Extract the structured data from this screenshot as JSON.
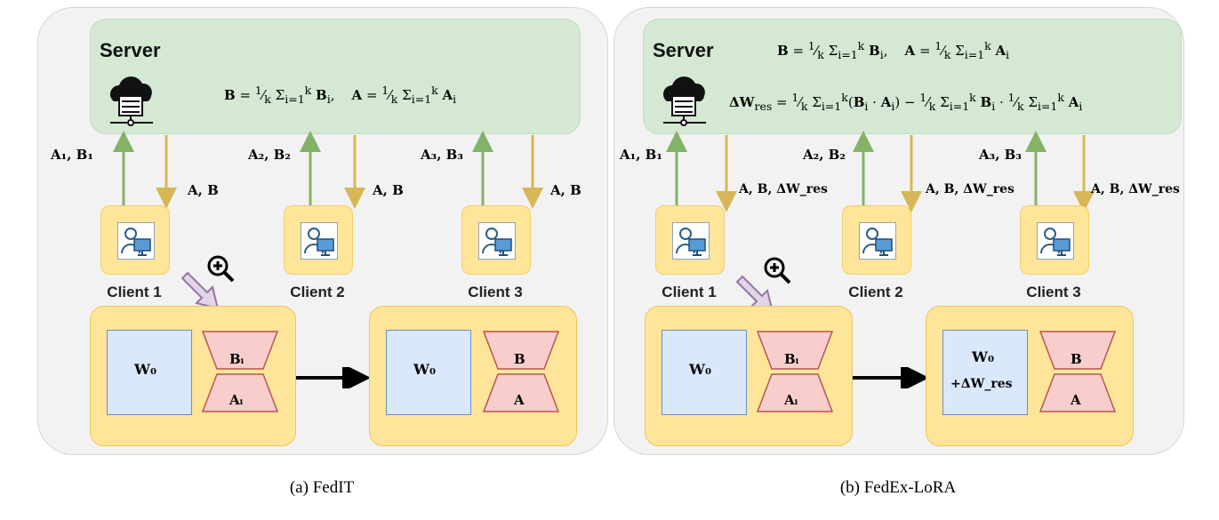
{
  "left_panel": {
    "server_title": "Server",
    "server_formula": "B = 1/k Σ_{i=1}^{k} B_i,   A = 1/k Σ_{i=1}^{k} A_i",
    "clients": [
      {
        "label": "Client 1",
        "up": "A₁, B₁",
        "down": "A, B"
      },
      {
        "label": "Client 2",
        "up": "A₂, B₂",
        "down": "A, B"
      },
      {
        "label": "Client 3",
        "up": "A₃, B₃",
        "down": "A, B"
      }
    ],
    "local_model": {
      "w": "W₀",
      "b": "Bᵢ",
      "a": "Aᵢ"
    },
    "global_model": {
      "w": "W₀",
      "b": "B",
      "a": "A"
    },
    "caption": "(a) FedIT"
  },
  "right_panel": {
    "server_title": "Server",
    "server_formula_1": "B = 1/k Σ_{i=1}^{k} B_i,   A = 1/k Σ_{i=1}^{k} A_i",
    "server_formula_2": "ΔW_res = 1/k Σ_{i=1}^{k} (B_i · A_i) − 1/k Σ_{i=1}^{k} B_i · 1/k Σ_{i=1}^{k} A_i",
    "clients": [
      {
        "label": "Client 1",
        "up": "A₁, B₁",
        "down": "A, B, ΔW_res"
      },
      {
        "label": "Client 2",
        "up": "A₂, B₂",
        "down": "A, B, ΔW_res"
      },
      {
        "label": "Client 3",
        "up": "A₃, B₃",
        "down": "A, B, ΔW_res"
      }
    ],
    "local_model": {
      "w": "W₀",
      "b": "Bᵢ",
      "a": "Aᵢ"
    },
    "global_model": {
      "w": "W₀",
      "w2": "+ΔW_res",
      "b": "B",
      "a": "A"
    },
    "caption": "(b) FedEx-LoRA"
  },
  "colors": {
    "up_arrow": "#82b366",
    "down_arrow": "#d6b656",
    "zoom_arrow": "#9673a6"
  }
}
